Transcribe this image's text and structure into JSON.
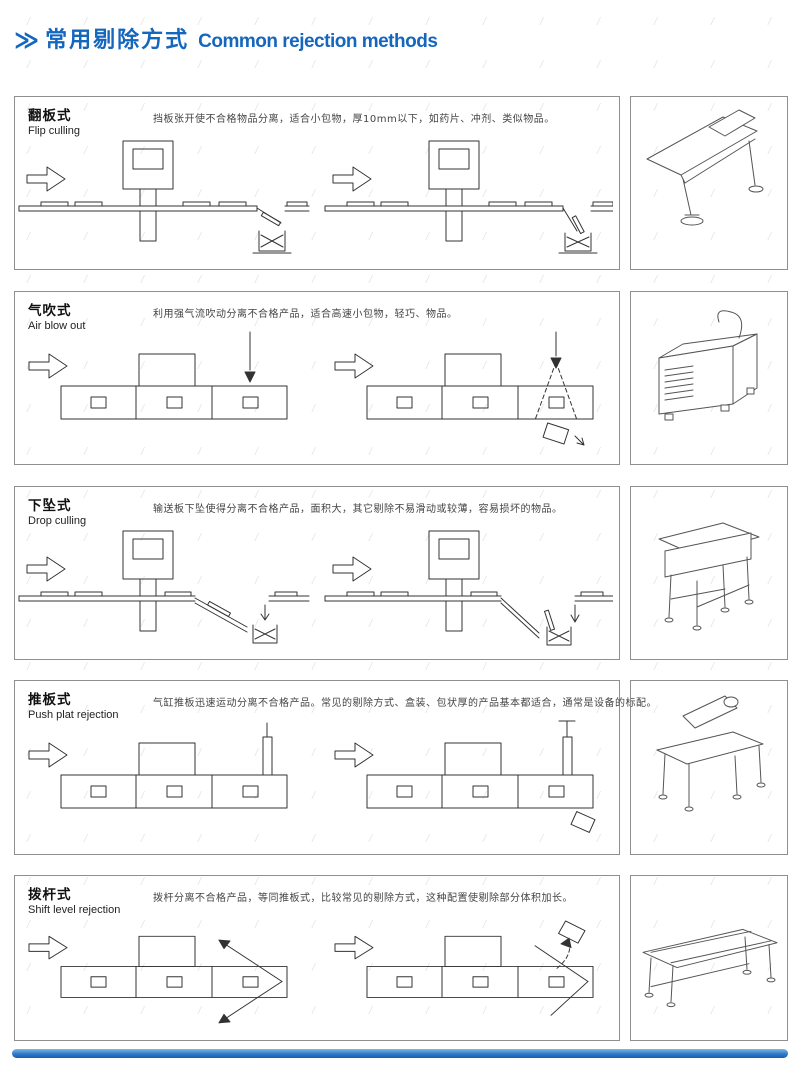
{
  "header": {
    "chevrons": "≫",
    "title_zh": "常用剔除方式",
    "title_en": "Common rejection methods"
  },
  "sections": [
    {
      "name_zh": "翻板式",
      "name_en": "Flip culling",
      "desc": "挡板张开使不合格物品分离，适合小包物，厚10mm以下，如药片、冲剂、类似物品。"
    },
    {
      "name_zh": "气吹式",
      "name_en": "Air blow out",
      "desc": "利用强气流吹动分离不合格产品，适合高速小包物，轻巧、物品。"
    },
    {
      "name_zh": "下坠式",
      "name_en": "Drop culling",
      "desc": "输送板下坠使得分离不合格产品，面积大，其它剔除不易滑动或较薄，容易损坏的物品。"
    },
    {
      "name_zh": "推板式",
      "name_en": "Push plat rejection",
      "desc": "气缸推板迅速运动分离不合格产品。常见的剔除方式、盒装、包状厚的产品基本都适合，通常是设备的标配。"
    },
    {
      "name_zh": "拨杆式",
      "name_en": "Shift level rejection",
      "desc": "拨杆分离不合格产品，等同推板式，比较常见的剔除方式，这种配置使剔除部分体积加长。"
    }
  ],
  "decoration": {
    "watermark_glyph": "/"
  },
  "colors": {
    "accent_blue": "#1566bd",
    "box_border_gray": "#8f8f8f",
    "diagram_ink": "#333333",
    "footer_gradient_top": "#7db9e8",
    "footer_gradient_bottom": "#1b5fae"
  }
}
